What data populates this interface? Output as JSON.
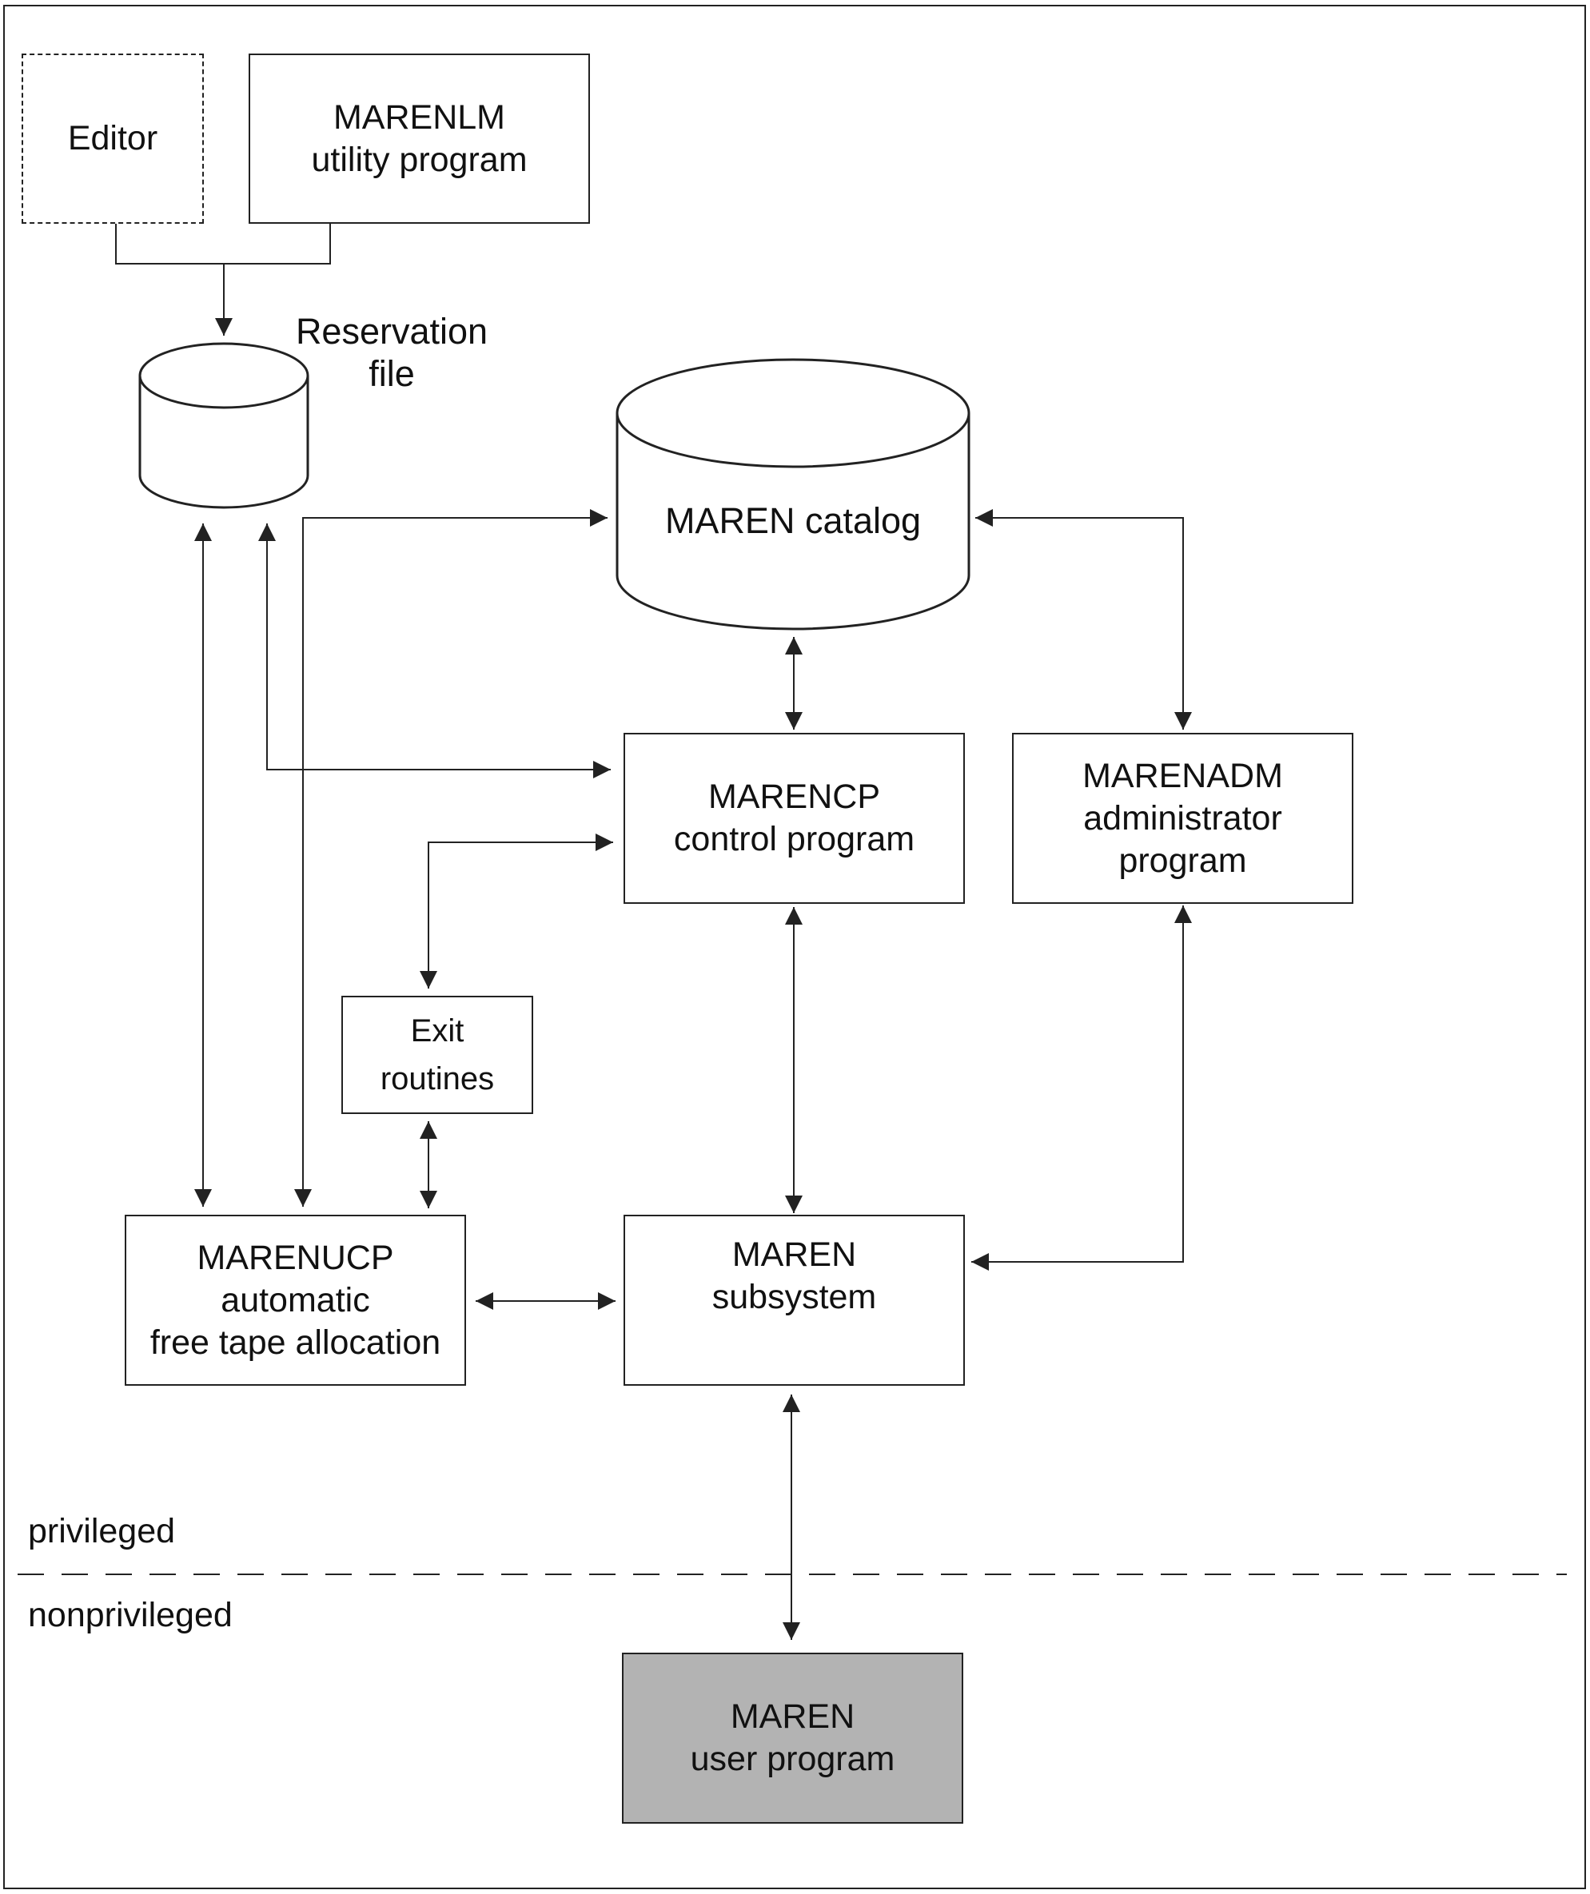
{
  "nodes": {
    "editor": "Editor",
    "marenlm": {
      "name": "MARENLM",
      "desc": "utility program"
    },
    "reservation_file": {
      "line1": "Reservation",
      "line2": "file"
    },
    "maren_catalog": "MAREN catalog",
    "marencp": {
      "name": "MARENCP",
      "desc": "control program"
    },
    "marenadm": {
      "name": "MARENADM",
      "desc1": "administrator",
      "desc2": "program"
    },
    "exit_routines": {
      "line1": "Exit",
      "line2": "routines"
    },
    "marenucp": {
      "name": "MARENUCP",
      "desc1": "automatic",
      "desc2": "free tape allocation"
    },
    "maren_subsystem": {
      "name": "MAREN",
      "desc": "subsystem"
    },
    "maren_user_program": {
      "name": "MAREN",
      "desc": "user program"
    }
  },
  "zones": {
    "privileged": "privileged",
    "nonprivileged": "nonprivileged"
  },
  "colors": {
    "line": "#222222",
    "user_program_fill": "#b3b3b3",
    "background": "#ffffff"
  }
}
